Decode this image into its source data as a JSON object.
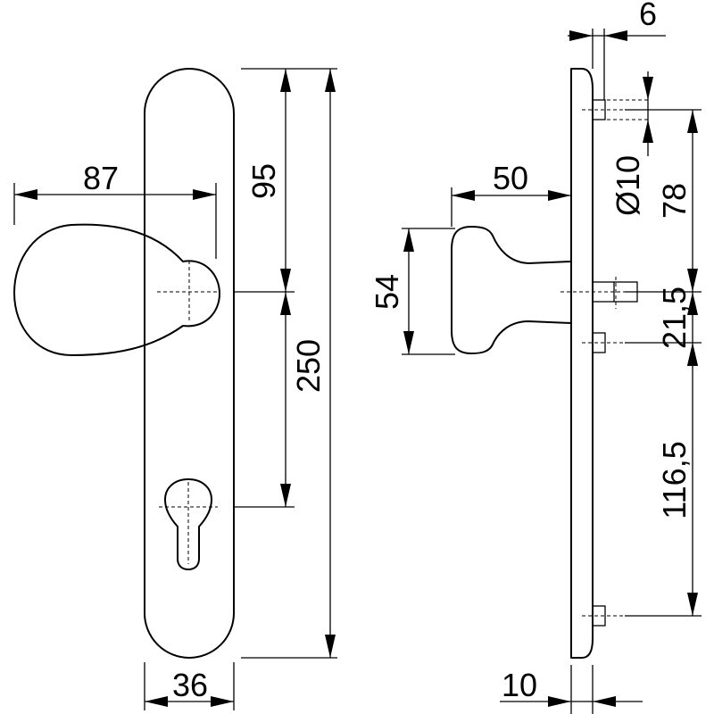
{
  "front_view": {
    "dimensions": {
      "knob_projection": "87",
      "top_to_knob_center": "95",
      "knob_center_to_cylinder": "250",
      "plate_width": "36"
    }
  },
  "side_view": {
    "dimensions": {
      "plate_thickness_top": "6",
      "knob_projection": "50",
      "knob_height": "54",
      "screw_diameter": "Ø10",
      "top_screw_to_spindle": "78",
      "spindle_to_mid_screw": "21,5",
      "mid_screw_to_bottom_screw": "116,5",
      "plate_thickness_bottom": "10"
    }
  }
}
